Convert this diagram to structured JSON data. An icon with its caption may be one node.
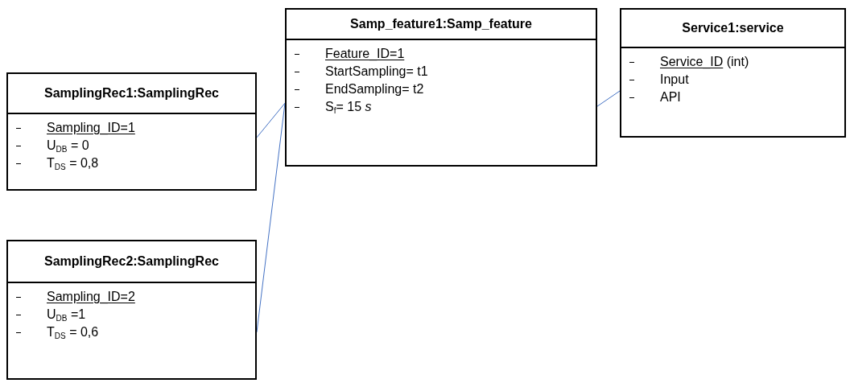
{
  "diagram": {
    "nodes": [
      {
        "text": [
          "SamplingRec1:SamplingRec",
          "Sampling_ID=1",
          "U$_{DB}$ = 0",
          "T$_{DS}$ = 0,8"
        ]
      },
      {
        "text": [
          "SamplingRec2:SamplingRec",
          "Sampling_ID=2",
          "U$_{DB}$ =1",
          "T$_{DS}$ = 0,6"
        ]
      },
      {
        "text": [
          "Samp_feature1:Samp_feature",
          "Feature_ID=1",
          "StartSampling= t1",
          "EndSampling= t2",
          "S$_{f}$= 15 *s*"
        ]
      },
      {
        "text": [
          "Service1:service",
          "Service_ID (int)",
          "Input",
          "API"
        ]
      }
    ],
    "edges": [
      {
        "from": 0,
        "to": 2,
        "arrow": "none"
      },
      {
        "from": 1,
        "to": 2,
        "arrow": "none"
      },
      {
        "from": 2,
        "to": 3,
        "arrow": "none"
      }
    ]
  }
}
